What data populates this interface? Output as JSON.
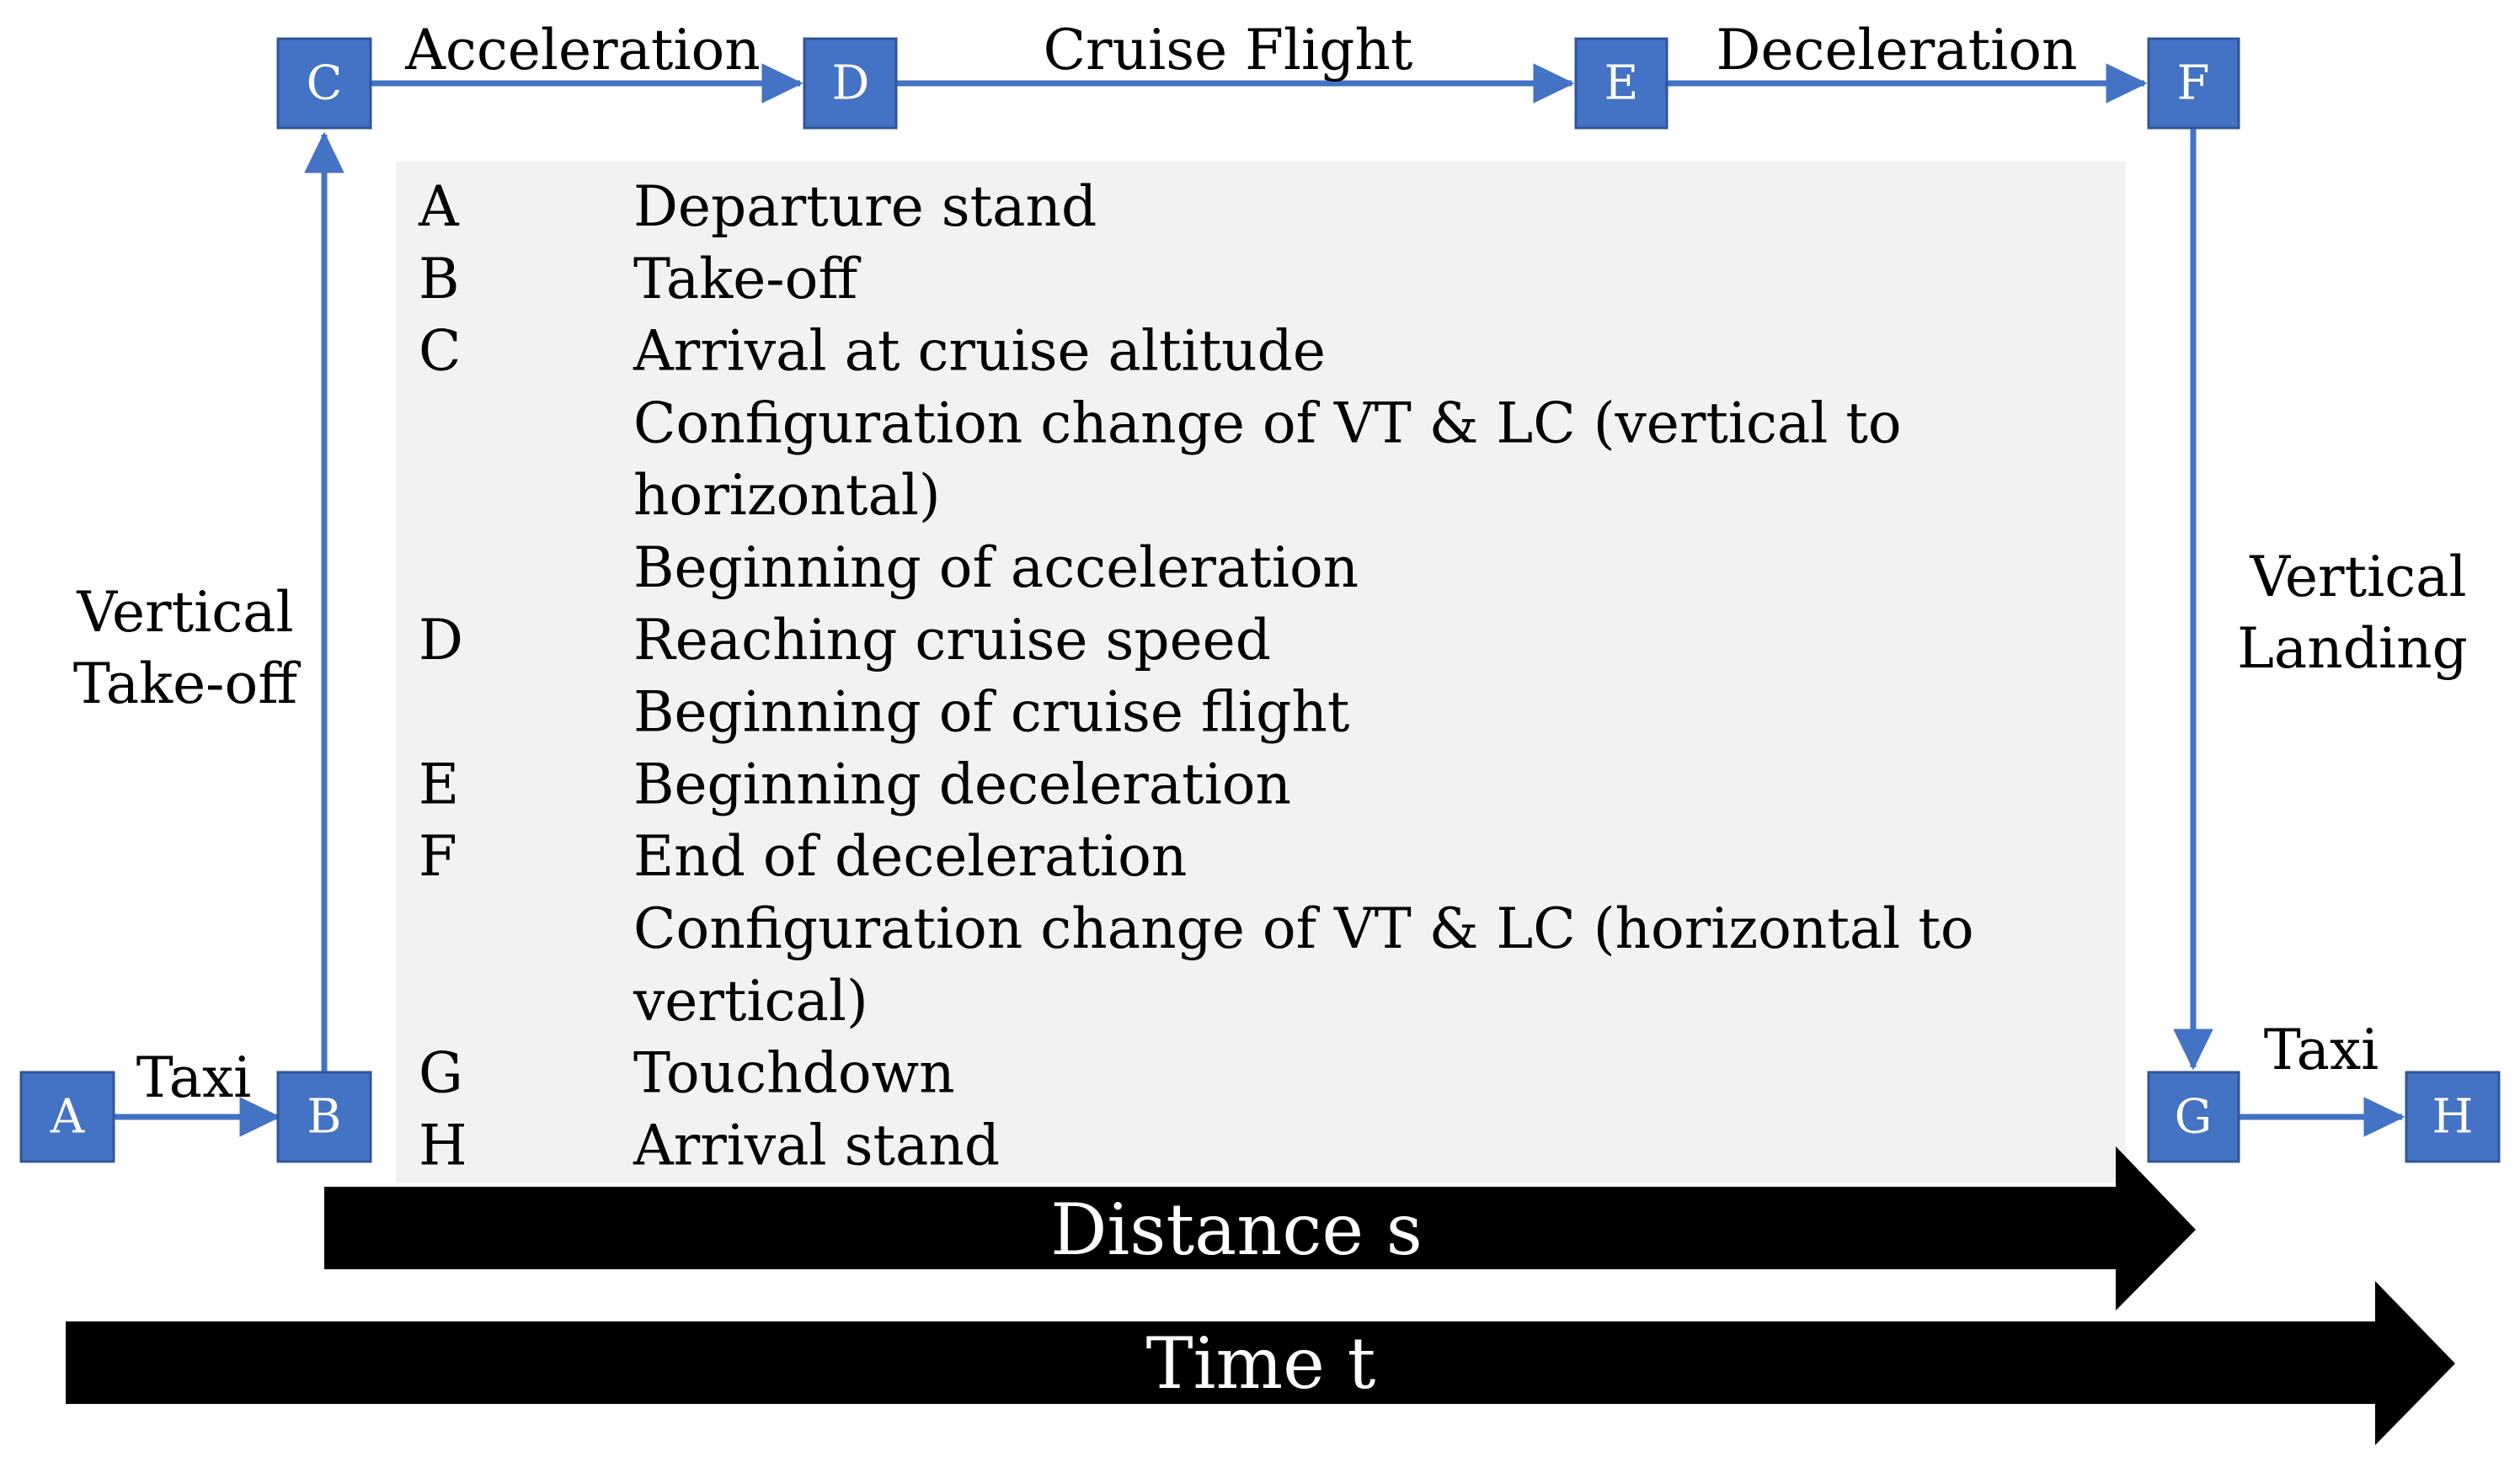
{
  "nodes": [
    {
      "id": "A",
      "label": "A"
    },
    {
      "id": "B",
      "label": "B"
    },
    {
      "id": "C",
      "label": "C"
    },
    {
      "id": "D",
      "label": "D"
    },
    {
      "id": "E",
      "label": "E"
    },
    {
      "id": "F",
      "label": "F"
    },
    {
      "id": "G",
      "label": "G"
    },
    {
      "id": "H",
      "label": "H"
    }
  ],
  "edges": [
    {
      "from": "A",
      "to": "B",
      "label": [
        "Taxi"
      ]
    },
    {
      "from": "B",
      "to": "C",
      "label": [
        "Vertical",
        "Take-off"
      ]
    },
    {
      "from": "C",
      "to": "D",
      "label": [
        "Acceleration"
      ]
    },
    {
      "from": "D",
      "to": "E",
      "label": [
        "Cruise Flight"
      ]
    },
    {
      "from": "E",
      "to": "F",
      "label": [
        "Deceleration"
      ]
    },
    {
      "from": "F",
      "to": "G",
      "label": [
        "Vertical",
        "Landing"
      ]
    },
    {
      "from": "G",
      "to": "H",
      "label": [
        "Taxi"
      ]
    }
  ],
  "legend": [
    {
      "key": "A",
      "text": "Departure stand"
    },
    {
      "key": "B",
      "text": "Take-off"
    },
    {
      "key": "C",
      "text": "Arrival at cruise altitude"
    },
    {
      "key": "",
      "text": "Configuration change of VT & LC (vertical to"
    },
    {
      "key": "",
      "text": "horizontal)"
    },
    {
      "key": "",
      "text": "Beginning of acceleration"
    },
    {
      "key": "D",
      "text": "Reaching cruise speed"
    },
    {
      "key": "",
      "text": "Beginning of cruise flight"
    },
    {
      "key": "E",
      "text": "Beginning deceleration"
    },
    {
      "key": "F",
      "text": "End of deceleration"
    },
    {
      "key": "",
      "text": "Configuration change of VT & LC (horizontal to"
    },
    {
      "key": "",
      "text": "vertical)"
    },
    {
      "key": "G",
      "text": "Touchdown"
    },
    {
      "key": "H",
      "text": "Arrival stand"
    }
  ],
  "axes": {
    "distance_label": "Distance s",
    "time_label": "Time t"
  },
  "colors": {
    "node_fill": "#4472C4",
    "node_border": "#2F5597",
    "edge": "#4472C4",
    "legend_background": "#F2F2F2",
    "axis_arrow": "#000000"
  }
}
